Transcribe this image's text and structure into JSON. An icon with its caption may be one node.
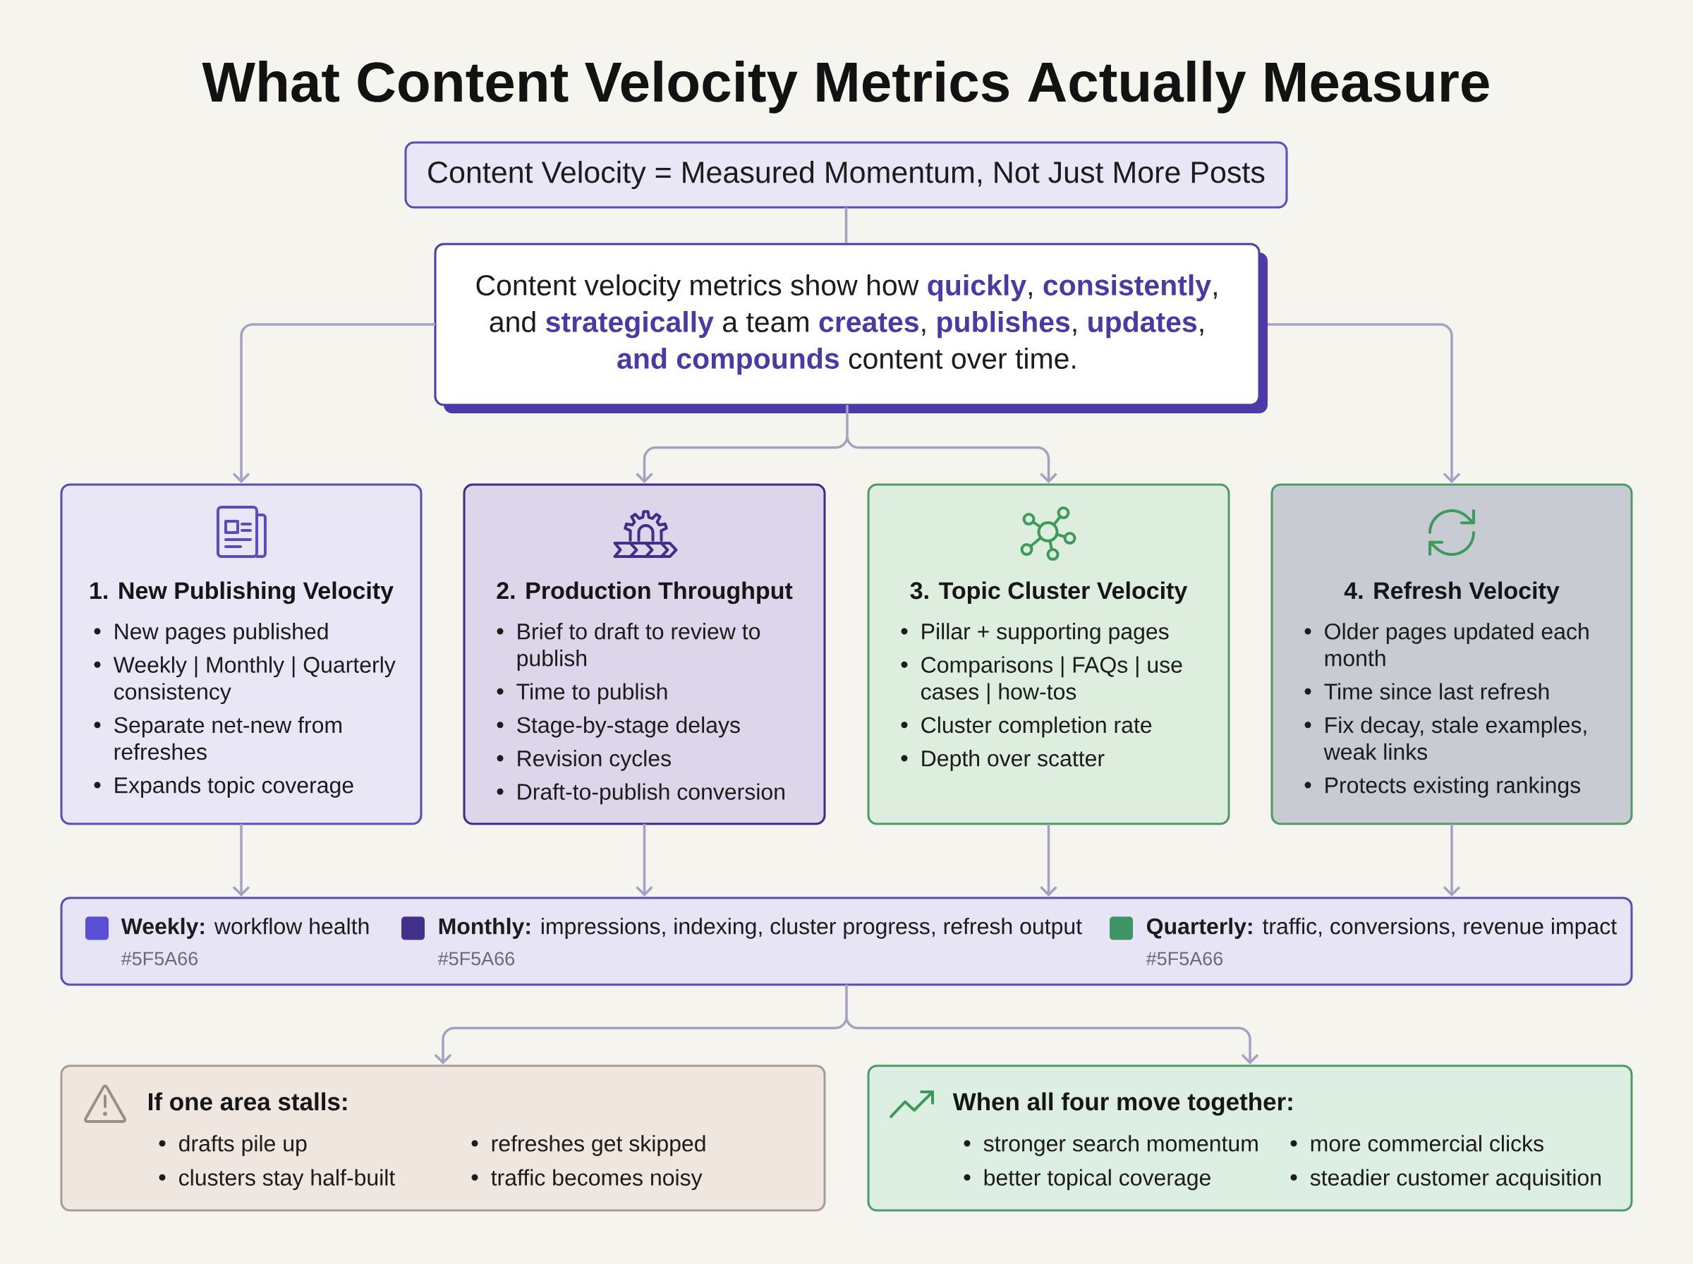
{
  "diagram": {
    "title": "What Content Velocity Metrics Actually Measure",
    "nodes": [
      {
        "text": [
          "Content Velocity = Measured Momentum, Not Just More Posts"
        ]
      },
      {
        "text": [
          "Content velocity metrics show how **quickly**, **consistently**, and **strategically** a team **creates**, **publishes**, **updates**, **and compounds** content over time."
        ]
      },
      {
        "text": [
          "1. New Publishing Velocity",
          "New pages published",
          "Weekly | Monthly | Quarterly consistency",
          "Separate net-new from refreshes",
          "Expands topic coverage"
        ]
      },
      {
        "text": [
          "2. Production Throughput",
          "Brief to draft to review to publish",
          "Time to publish",
          "Stage-by-stage delays",
          "Revision cycles",
          "Draft-to-publish conversion"
        ]
      },
      {
        "text": [
          "3. Topic Cluster Velocity",
          "Pillar + supporting pages",
          "Comparisons | FAQs | use cases | how-tos",
          "Cluster completion rate",
          "Depth over scatter"
        ]
      },
      {
        "text": [
          "4. Refresh Velocity",
          "Older pages updated each month",
          "Time since last refresh",
          "Fix decay, stale examples, weak links",
          "Protects existing rankings"
        ]
      },
      {
        "text": [],
        "shape": "box"
      },
      {
        "text": [
          "If one area stalls:",
          "drafts pile up",
          "clusters stay half-built",
          "refreshes get skipped",
          "traffic becomes noisy"
        ]
      },
      {
        "text": [
          "When all four move together:",
          "stronger search momentum",
          "better topical coverage",
          "more commercial clicks",
          "steadier customer acquisition"
        ]
      }
    ],
    "edges": [
      {
        "from": 0,
        "to": 1,
        "arrow": "none"
      },
      {
        "from": 1,
        "to": 2,
        "arrow": "to"
      },
      {
        "from": 1,
        "to": 3,
        "arrow": "to"
      },
      {
        "from": 1,
        "to": 4,
        "arrow": "to"
      },
      {
        "from": 1,
        "to": 5,
        "arrow": "to"
      },
      {
        "from": 2,
        "to": 6,
        "arrow": "to"
      },
      {
        "from": 3,
        "to": 6,
        "arrow": "to"
      },
      {
        "from": 4,
        "to": 6,
        "arrow": "to"
      },
      {
        "from": 5,
        "to": 6,
        "arrow": "to"
      },
      {
        "from": 6,
        "to": 7,
        "arrow": "to"
      },
      {
        "from": 6,
        "to": 8,
        "arrow": "to"
      }
    ],
    "labels": [
      "#5F5A66",
      "#5F5A66",
      "#5F5A66"
    ],
    "legend": [
      {
        "text": "**Weekly:** workflow health",
        "color": "#5B4FD6"
      },
      {
        "text": "**Monthly:** impressions, indexing, cluster progress, refresh output",
        "color": "#42308C"
      },
      {
        "text": "**Quarterly:** traffic, conversions, revenue impact",
        "color": "#3F9466"
      }
    ]
  }
}
